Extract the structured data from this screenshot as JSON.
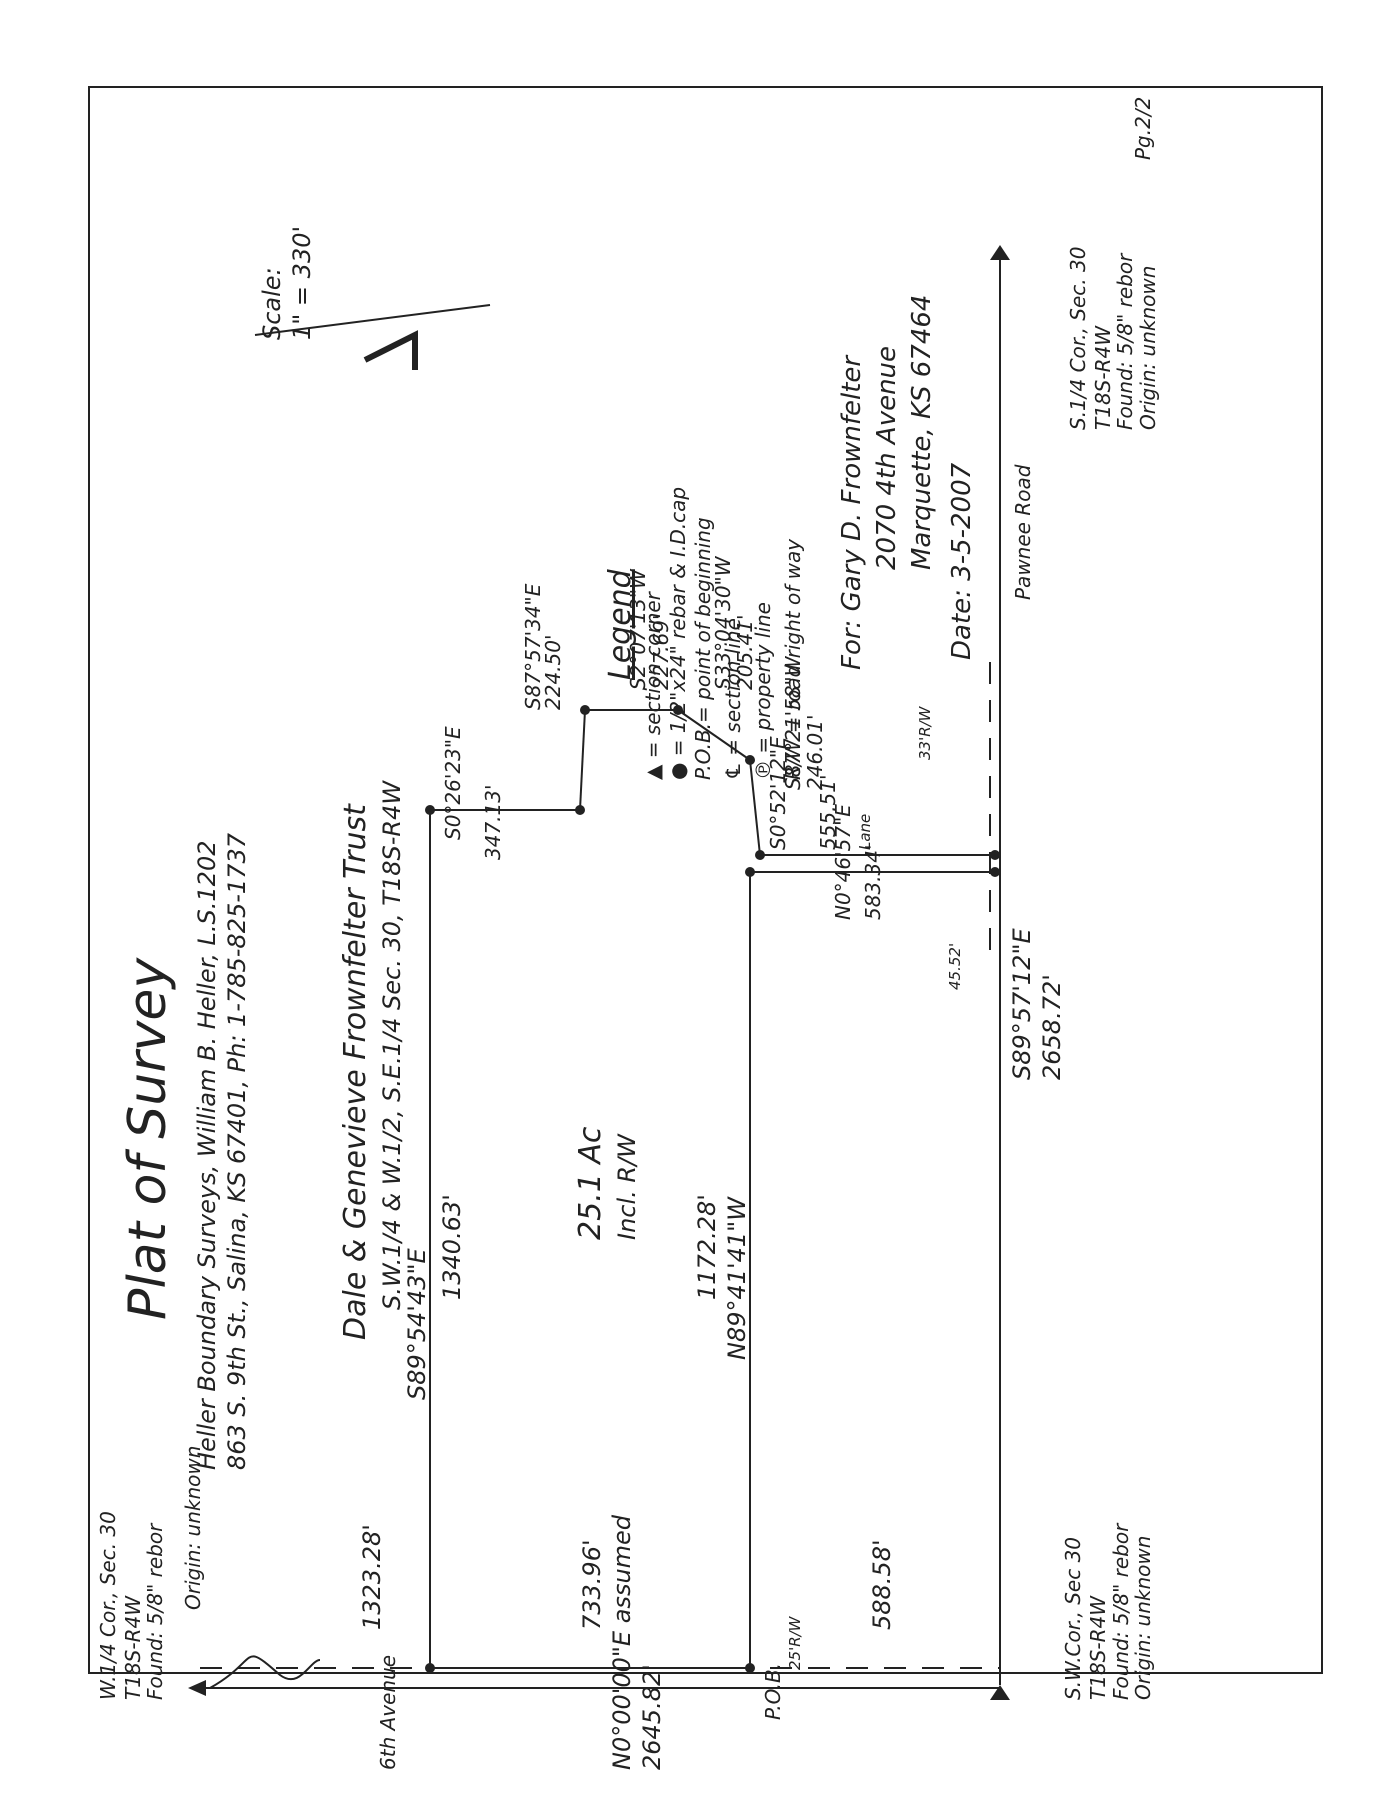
{
  "title": "Plat of Survey",
  "surveyor": {
    "line1": "Heller Boundary Surveys, William B. Heller, L.S.1202",
    "line2": "863 S. 9th St., Salina, KS 67401, Ph: 1-785-825-1737"
  },
  "owner": {
    "line1": "Dale & Genevieve Frownfelter Trust",
    "line2": "S.W.1/4 & W.1/2, S.E.1/4 Sec. 30, T18S-R4W"
  },
  "scale": {
    "label": "Scale:",
    "value": "1\" = 330'"
  },
  "legend": {
    "title": "Legend",
    "items": [
      "▲ = section corner",
      "● = 1/2\"x24\" rebar & I.D.cap",
      "P.O.B.= point of beginning",
      "℄ = section line",
      "℗ = property line",
      "R/W = road right of way"
    ]
  },
  "client": {
    "for": "For: Gary D. Frownfelter",
    "address1": "2070 4th Avenue",
    "address2": "Marquette, KS 67464",
    "date": "Date: 3-5-2007"
  },
  "page_no": "Pg.2/2",
  "corners": {
    "w_quarter": [
      "W.1/4 Cor., Sec. 30",
      "T18S-R4W",
      "Found: 5/8\" rebor",
      "Origin: unknown"
    ],
    "sw": [
      "S.W.Cor., Sec 30",
      "T18S-R4W",
      "Found: 5/8\" rebor",
      "Origin: unknown"
    ],
    "s_quarter": [
      "S.1/4 Cor., Sec. 30",
      "T18S-R4W",
      "Found: 5/8\" rebor",
      "Origin: unknown"
    ]
  },
  "area": {
    "value": "25.1 Ac",
    "note": "Incl. R/W"
  },
  "roads": {
    "west": "6th Avenue",
    "south": "Pawnee Road",
    "lane": "Lane"
  },
  "dims": {
    "west_line": "2645.82'",
    "west_bearing": "N0°00'00\"E assumed",
    "w1": "1323.28'",
    "w2": "733.96'",
    "w3": "588.58'",
    "north_bearing": "S89°54'43\"E",
    "north_dist": "1340.63'",
    "south_bearing": "N89°41'41\"W",
    "south_dist": "1172.28'",
    "seg1_bearing": "S0°26'23\"E",
    "seg1_dist": "347.13'",
    "seg2_bearing": "S87°57'34\"E",
    "seg2_dist": "224.50'",
    "seg3_bearing": "S2°07'13\"W",
    "seg3_dist": "227.69'",
    "seg4_bearing": "S33°04'30\"W",
    "seg4_dist": "205.41'",
    "seg5_bearing": "S87°21'58\"W",
    "seg5_dist": "246.01'",
    "seg6_bearing": "S0°52'12\"E",
    "seg6_dist": "555.51'",
    "seg7_bearing": "N0°46'57\"E",
    "seg7_dist": "583.34'",
    "south_line_bearing": "S89°57'12\"E",
    "south_line_dist": "2658.72'",
    "offset": "45.52'",
    "rw33": "33'R/W",
    "rw25": "25'R/W"
  },
  "labels": {
    "pob": "P.O.B.",
    "pl": "℗",
    "cl": "℄"
  }
}
